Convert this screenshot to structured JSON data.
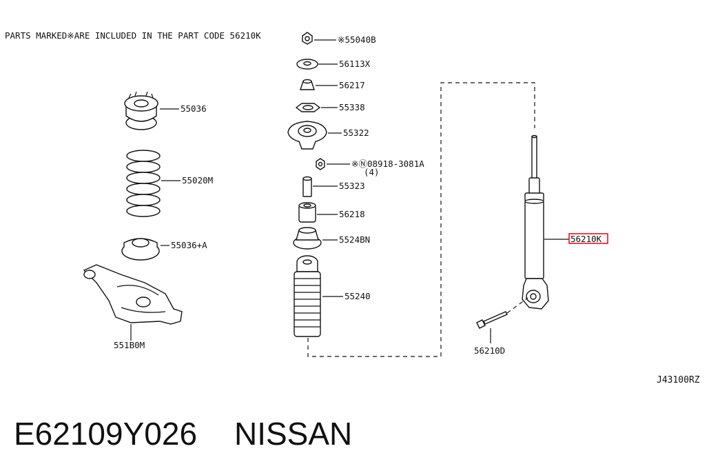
{
  "header_note": "PARTS MARKED※ARE INCLUDED IN THE PART CODE 56210K",
  "reference_code": "J43100RZ",
  "footer": {
    "part_number": "E62109Y026",
    "brand": "NISSAN"
  },
  "highlight_color": "#e8141b",
  "parts": {
    "p55040b": "※55040B",
    "p56113x": "56113X",
    "p56217": "56217",
    "p55338": "55338",
    "p55322": "55322",
    "p08918": "※Ⓝ08918-3081A",
    "p08918_qty": "(4)",
    "p55323": "55323",
    "p56218": "56218",
    "p5524bn": "5524BN",
    "p55240": "55240",
    "p55036": "55036",
    "p55020m": "55020M",
    "p55036a": "55036+A",
    "p551b0m": "551B0M",
    "p56210k": "56210K",
    "p56210d": "56210D"
  }
}
